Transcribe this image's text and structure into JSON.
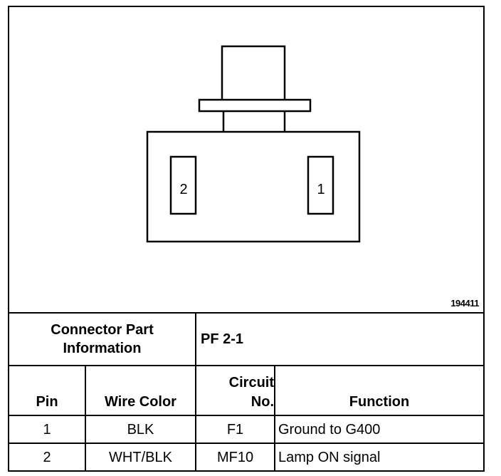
{
  "figure_number": "194411",
  "connector": {
    "pins": [
      {
        "label": "2"
      },
      {
        "label": "1"
      }
    ]
  },
  "info": {
    "part_label_line1": "Connector Part",
    "part_label_line2": "Information",
    "part_value": "PF 2-1"
  },
  "table": {
    "headers": {
      "pin": "Pin",
      "wire_color": "Wire Color",
      "circuit_line1": "Circuit",
      "circuit_line2": "No.",
      "function": "Function"
    },
    "rows": [
      {
        "pin": "1",
        "wire_color": "BLK",
        "circuit": "F1",
        "function": "Ground to G400"
      },
      {
        "pin": "2",
        "wire_color": "WHT/BLK",
        "circuit": "MF10",
        "function": "Lamp ON signal"
      }
    ]
  }
}
